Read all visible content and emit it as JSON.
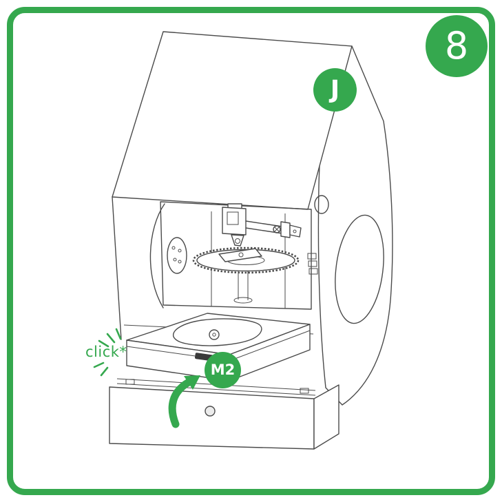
{
  "colors": {
    "accent": "#35A84E",
    "line_art": "#4A4A4A",
    "background": "#FFFFFF"
  },
  "step_badge": {
    "number": "8"
  },
  "callouts": {
    "part_label_j": "J",
    "part_label_m2": "M2",
    "click_note": "click*"
  },
  "icons": {
    "insert_arrow": "curved-up-arrow",
    "click_burst": "burst-lines"
  }
}
